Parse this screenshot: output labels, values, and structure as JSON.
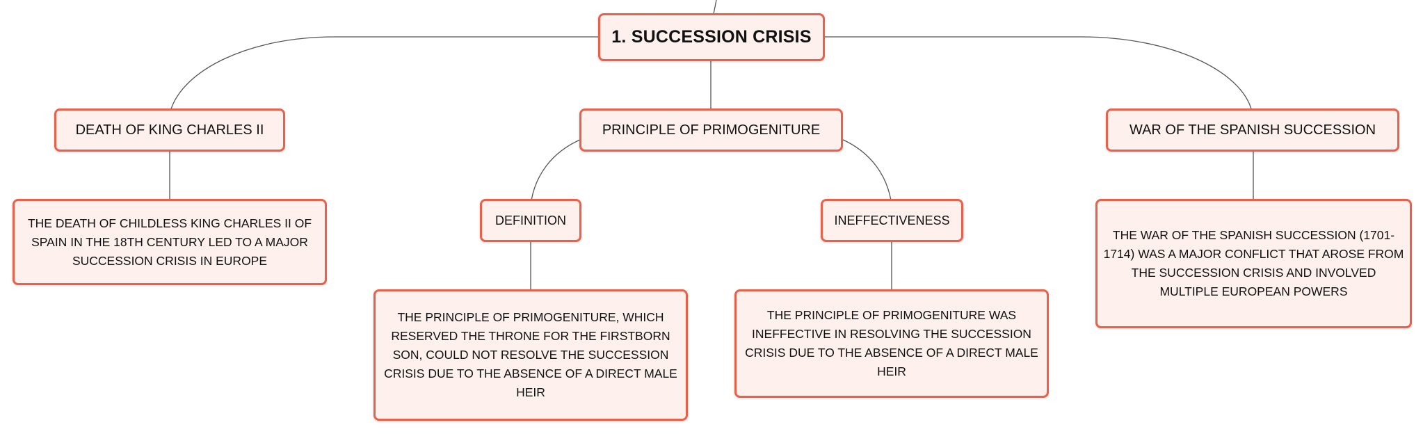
{
  "diagram": {
    "root": {
      "label": "1. SUCCESSION CRISIS"
    },
    "branches": {
      "death": {
        "label": "DEATH OF KING CHARLES II",
        "description": "THE DEATH OF CHILDLESS KING CHARLES II OF SPAIN IN THE 18TH CENTURY LED TO A MAJOR SUCCESSION CRISIS IN EUROPE"
      },
      "primogeniture": {
        "label": "PRINCIPLE OF PRIMOGENITURE",
        "children": {
          "definition": {
            "label": "DEFINITION",
            "description": "THE PRINCIPLE OF PRIMOGENITURE, WHICH RESERVED THE THRONE FOR THE FIRSTBORN SON, COULD NOT RESOLVE THE SUCCESSION CRISIS DUE TO THE ABSENCE OF A DIRECT MALE HEIR"
          },
          "ineffectiveness": {
            "label": "INEFFECTIVENESS",
            "description": "THE PRINCIPLE OF PRIMOGENITURE WAS INEFFECTIVE IN RESOLVING THE SUCCESSION CRISIS DUE TO THE ABSENCE OF A DIRECT MALE HEIR"
          }
        }
      },
      "war": {
        "label": "WAR OF THE SPANISH SUCCESSION",
        "description": "THE WAR OF THE SPANISH SUCCESSION (1701-1714) WAS A MAJOR CONFLICT THAT AROSE FROM THE SUCCESSION CRISIS AND INVOLVED MULTIPLE EUROPEAN POWERS"
      }
    },
    "colors": {
      "border": "#e8614a",
      "fill": "#fdf0ed",
      "connector": "#555555",
      "text": "#111111"
    }
  }
}
